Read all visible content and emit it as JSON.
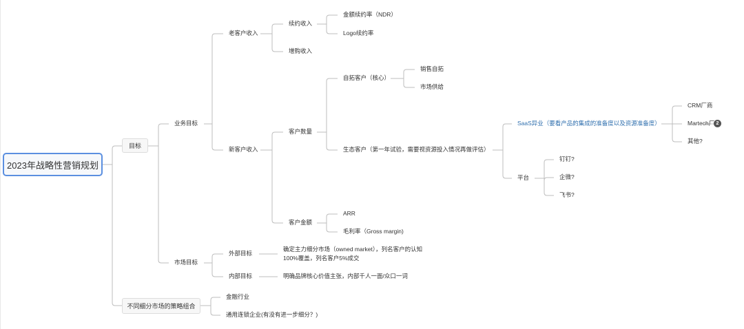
{
  "root": "2023年战略性营销规划",
  "nodes": {
    "goal": "目标",
    "strategy_mix": "不同细分市场的策略组合",
    "business_goal": "业务目标",
    "market_goal": "市场目标",
    "old_revenue": "老客户收入",
    "new_revenue": "新客户收入",
    "renewal": "续约收入",
    "upsell": "增购收入",
    "ndr": "金额续约率（NDR）",
    "logo_renewal": "Logo续约率",
    "customer_count": "客户数量",
    "customer_amount": "客户金额",
    "self_acquired": "自拓客户（核心）",
    "sales_self": "销售自拓",
    "market_supply": "市场供给",
    "eco_customer": "生态客户（第一年试验，需要视资源投入情况再做评估）",
    "saas_alliance": "SaaS异业（要看产品的集成的准备度以及资源准备度）",
    "crm_vendor": "CRM厂商",
    "martech_vendor": "Martech厂商",
    "martech_badge": "2",
    "other": "其他?",
    "platform": "平台",
    "dingtalk": "钉钉?",
    "wecom": "企微?",
    "feishu": "飞书?",
    "arr": "ARR",
    "gross_margin": "毛利率（Gross margin)",
    "external_goal": "外部目标",
    "internal_goal": "内部目标",
    "external_detail_1": "确定主力细分市场（owned market），列名客户的认知",
    "external_detail_2": "100%覆盖，列名客户5%成交",
    "internal_detail": "明确品牌核心价值主张，内部千人一面/众口一词",
    "finance": "金融行业",
    "chain": "通用连锁企业(有没有进一步细分？)"
  }
}
